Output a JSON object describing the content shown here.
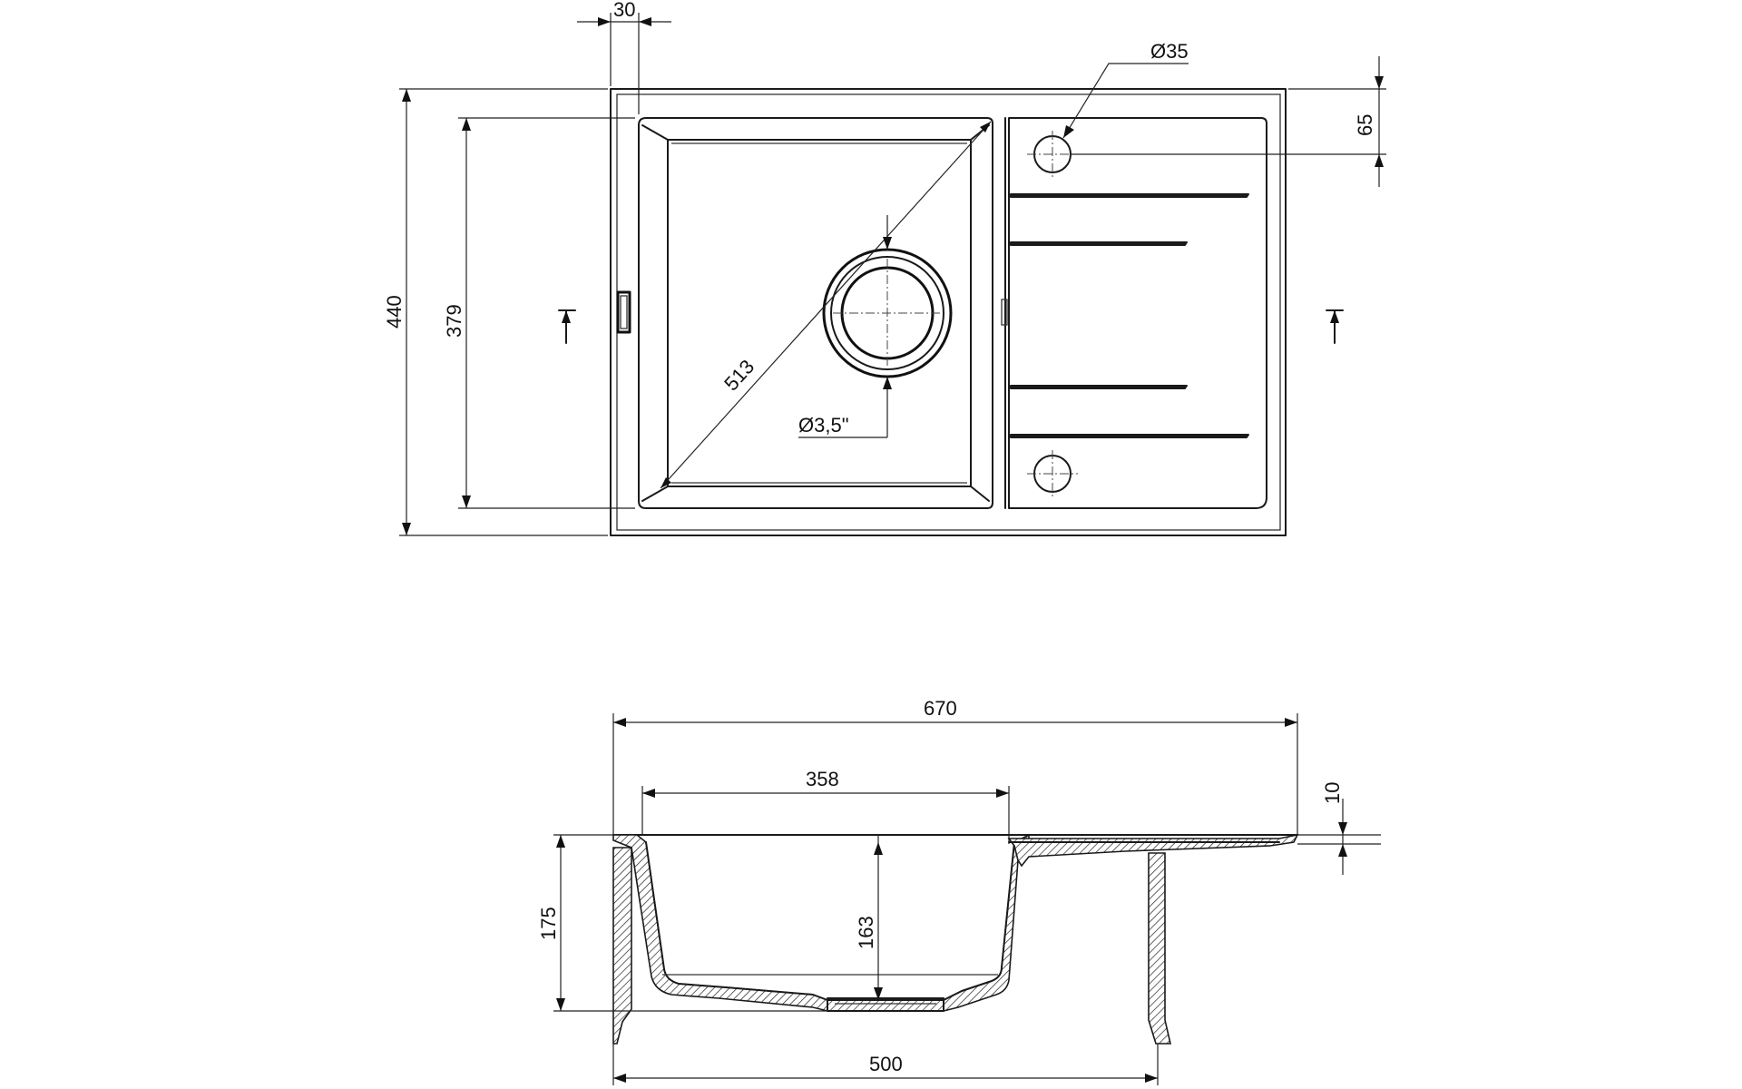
{
  "diagram": {
    "plan_view": {
      "overall_width_top": "30",
      "overall_depth": "440",
      "bowl_depth": "379",
      "diagonal": "513",
      "tap_hole": "Ø35",
      "tap_hole_offset": "65",
      "drain": "Ø3,5\""
    },
    "section_view": {
      "overall_width": "670",
      "bowl_width": "358",
      "rim_thickness": "10",
      "overall_height": "175",
      "bowl_height": "163",
      "cabinet_width": "500"
    }
  }
}
